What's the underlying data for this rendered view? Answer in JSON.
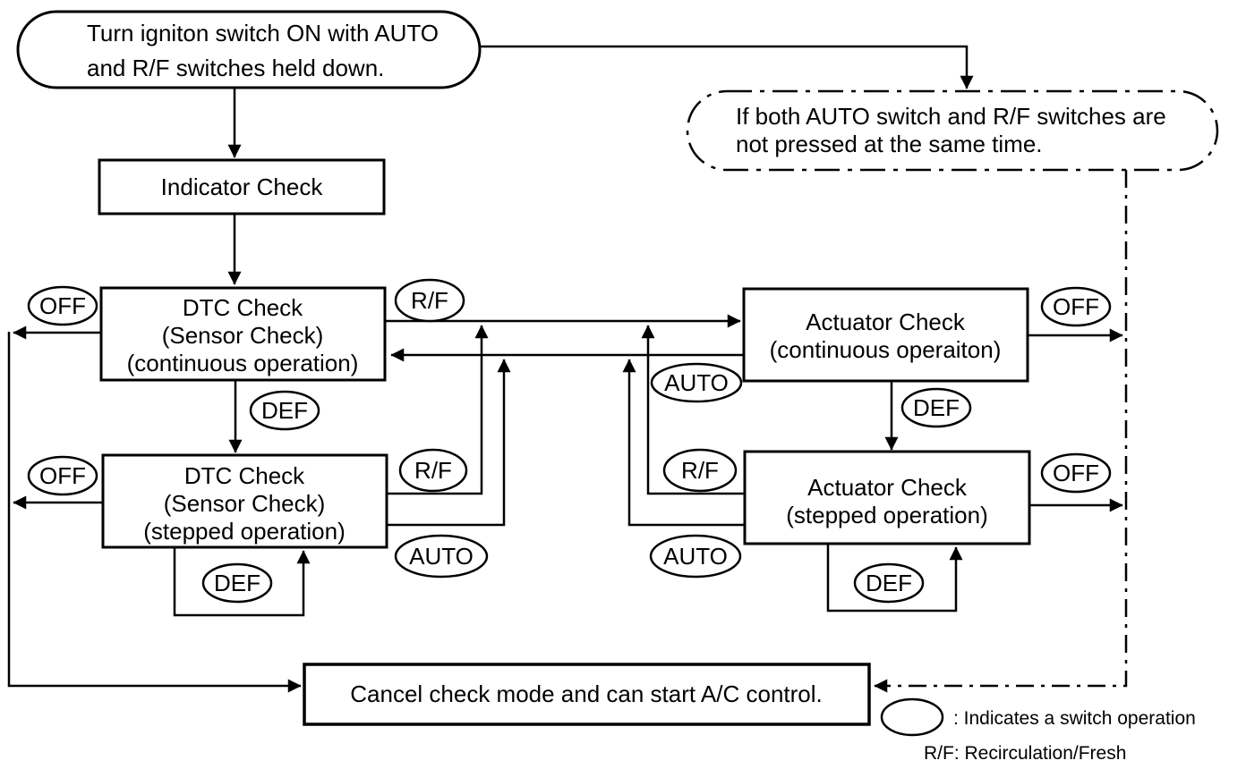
{
  "diagram": {
    "background_color": "#ffffff",
    "line_color": "#000000",
    "nodes": {
      "start": {
        "line1": "Turn igniton switch ON with AUTO",
        "line2": "and R/F switches held down."
      },
      "bypass": {
        "line1": "If both AUTO switch and R/F switches are",
        "line2": "not pressed at the same time."
      },
      "indicator": {
        "label": "Indicator Check"
      },
      "dtc_continuous": {
        "line1": "DTC Check",
        "line2": "(Sensor Check)",
        "line3": "(continuous operation)"
      },
      "dtc_stepped": {
        "line1": "DTC Check",
        "line2": "(Sensor Check)",
        "line3": "(stepped operation)"
      },
      "actuator_continuous": {
        "line1": "Actuator Check",
        "line2": "(continuous operaiton)"
      },
      "actuator_stepped": {
        "line1": "Actuator Check",
        "line2": "(stepped operation)"
      },
      "cancel": {
        "label": "Cancel check mode and can start A/C control."
      }
    },
    "switches": {
      "off": "OFF",
      "rf": "R/F",
      "def": "DEF",
      "auto": "AUTO"
    },
    "legend": {
      "oval_meaning": ": Indicates a switch operation",
      "rf_meaning": "R/F: Recirculation/Fresh"
    }
  }
}
